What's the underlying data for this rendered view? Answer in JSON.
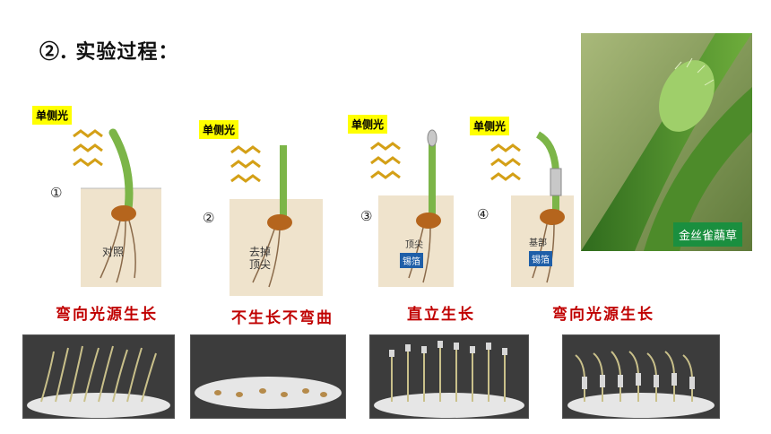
{
  "title": "②. 实验过程：",
  "light_label": "单侧光",
  "panels": [
    {
      "number": "①",
      "labels": [
        "对照"
      ]
    },
    {
      "number": "②",
      "labels": [
        "去掉",
        "顶尖"
      ]
    },
    {
      "number": "③",
      "labels": [
        "顶尖",
        "锡箔"
      ],
      "foil": "锡箔"
    },
    {
      "number": "④",
      "labels": [
        "基部"
      ],
      "foil": "锡箔"
    }
  ],
  "results": [
    "弯向光源生长",
    "不生长不弯曲",
    "直立生长",
    "弯向光源生长"
  ],
  "plant_caption": "金丝雀虉草"
}
